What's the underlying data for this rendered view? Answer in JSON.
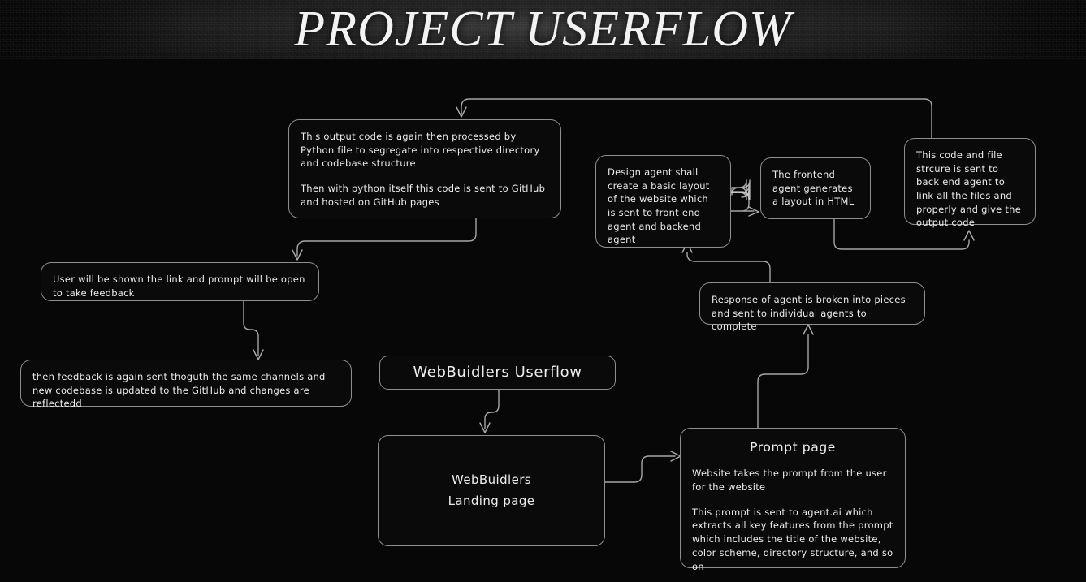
{
  "banner": {
    "title": "PROJECT USERFLOW"
  },
  "colors": {
    "background": "#070707",
    "node_fill": "#0a0a0a",
    "node_border": "#8f8f8f",
    "connector": "#c9c9c9",
    "text": "#ececec",
    "banner_text": "#f2f2f2"
  },
  "nodes": {
    "python_processing": {
      "paragraph_1": "This output code is again then processed by Python file to segregate into respective directory and codebase structure",
      "paragraph_2": "Then with python itself this code is sent to GitHub and hosted on GitHub pages"
    },
    "design_agent": {
      "text": "Design agent shall create a basic layout of the website which is sent to front end agent and backend agent"
    },
    "frontend_agent": {
      "text": "The frontend agent generates a layout in HTML"
    },
    "backend_agent": {
      "text": "This code and file strcure is sent to back end agent to link all the files and properly and give the output code"
    },
    "response_split": {
      "text": "Response of agent is broken into pieces and sent to individual agents to complete"
    },
    "user_feedback_prompt": {
      "text": "User will be shown the link and prompt will be open to take feedback"
    },
    "feedback_loop": {
      "text": "then feedback is again sent thoguth the same channels and new codebase is updated to the GitHub and changes are reflectedd"
    },
    "userflow_label": {
      "text": "WebBuidlers Userflow"
    },
    "landing_page": {
      "line_1": "WebBuidlers",
      "line_2": "Landing page"
    },
    "prompt_page": {
      "title": "Prompt page",
      "paragraph_1": "Website takes the prompt from the user for the website",
      "paragraph_2": "This prompt is sent to agent.ai which extracts all key features from the prompt which includes the title of the website, color scheme, directory structure, and so on"
    }
  }
}
